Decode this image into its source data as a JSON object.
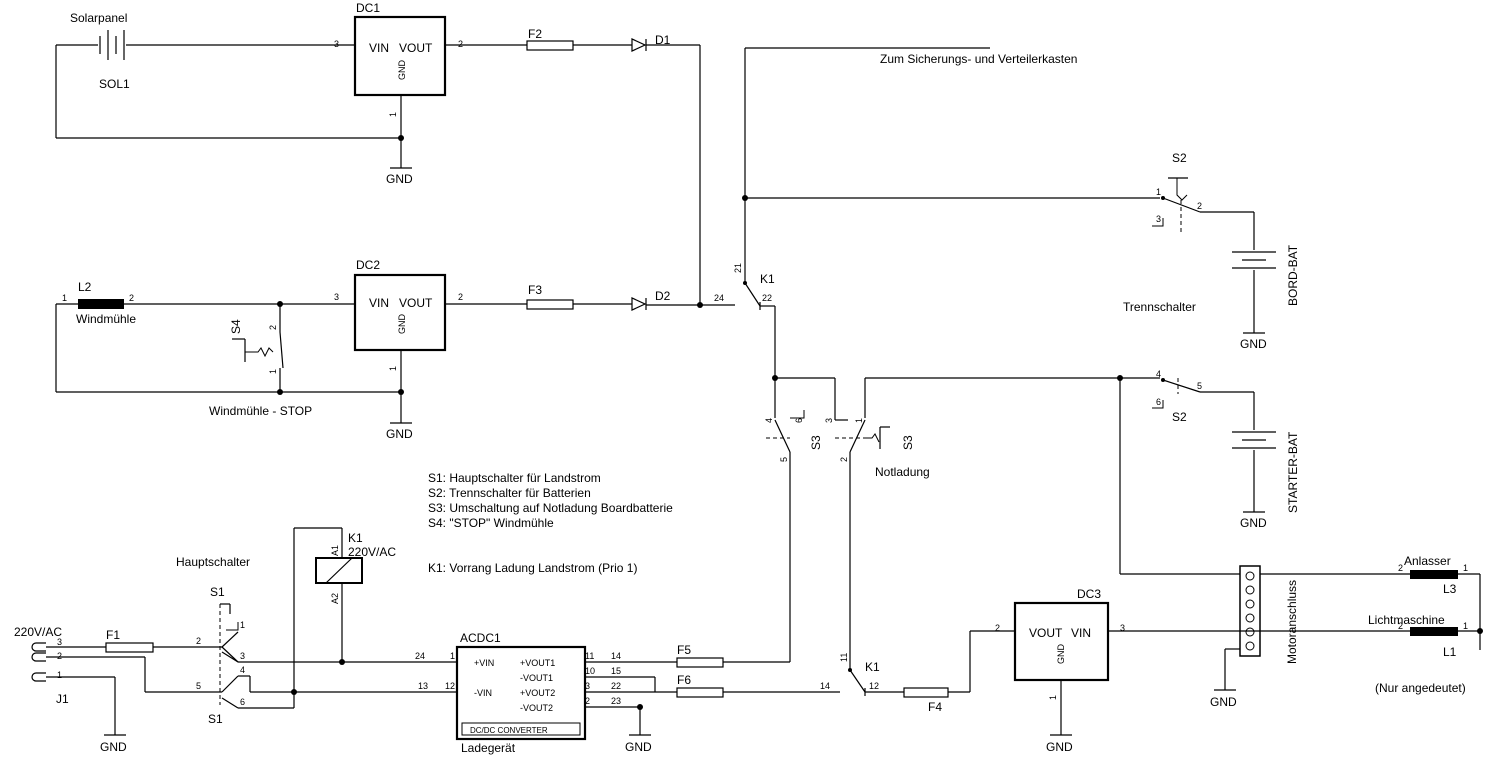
{
  "notes": [
    "S1: Hauptschalter für Landstrom",
    "S2: Trennschalter für Batterien",
    "S3: Umschaltung auf Notladung Boardbatterie",
    "S4: \"STOP\" Windmühle",
    "K1: Vorrang Ladung Landstrom (Prio 1)"
  ],
  "labels": {
    "solarpanel": "Solarpanel",
    "sol1": "SOL1",
    "dc1": "DC1",
    "dc2": "DC2",
    "dc3": "DC3",
    "vin": "VIN",
    "vout": "VOUT",
    "gnd_pin": "GND",
    "gnd": "GND",
    "f1": "F1",
    "f2": "F2",
    "f3": "F3",
    "f4": "F4",
    "f5": "F5",
    "f6": "F6",
    "d1": "D1",
    "d2": "D2",
    "l1": "L1",
    "l2": "L2",
    "l3": "L3",
    "windmuehle": "Windmühle",
    "windmuehle_stop": "Windmühle - STOP",
    "s1": "S1",
    "s2": "S2",
    "s3": "S3",
    "s4": "S4",
    "k1": "K1",
    "k1_coil_rating": "220V/AC",
    "a1": "A1",
    "a2": "A2",
    "hauptschalter": "Hauptschalter",
    "ac_in": "220V/AC",
    "j1": "J1",
    "acdc1": "ACDC1",
    "plus_vin": "+VIN",
    "minus_vin": "-VIN",
    "plus_vout1": "+VOUT1",
    "minus_vout1": "-VOUT1",
    "plus_vout2": "+VOUT2",
    "minus_vout2": "-VOUT2",
    "converter": "DC/DC CONVERTER",
    "ladegeraet": "Ladegerät",
    "zum_kasten": "Zum Sicherungs- und Verteilerkasten",
    "trennschalter": "Trennschalter",
    "bord_bat": "BORD-BAT",
    "starter_bat": "STARTER-BAT",
    "notladung": "Notladung",
    "motoranschluss": "Motoranschluss",
    "anlasser": "Anlasser",
    "lichtmaschine": "Lichtmaschine",
    "nur_angedeutet": "(Nur angedeutet)"
  },
  "pins": {
    "p1": "1",
    "p2": "2",
    "p3": "3",
    "p4": "4",
    "p5": "5",
    "p6": "6",
    "p10": "10",
    "p11": "11",
    "p12": "12",
    "p13": "13",
    "p14": "14",
    "p15": "15",
    "p21": "21",
    "p22": "22",
    "p23": "23",
    "p24": "24"
  }
}
